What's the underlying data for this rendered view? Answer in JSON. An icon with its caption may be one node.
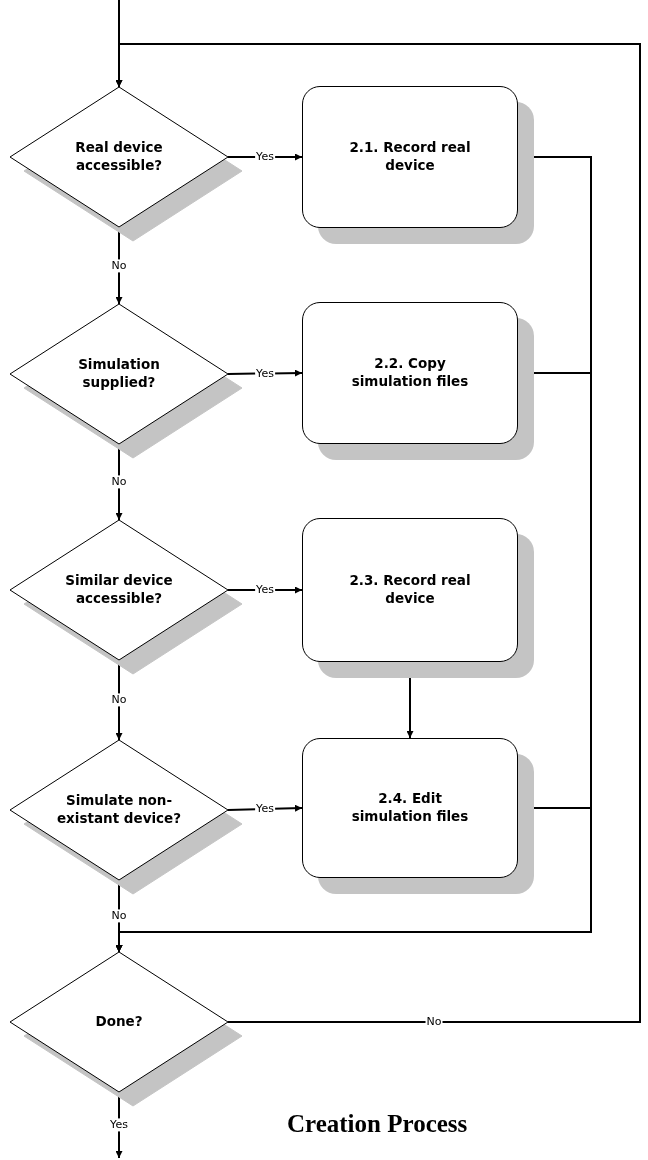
{
  "diagram": {
    "title": "Creation Process",
    "nodes": [
      {
        "text": [
          "Real device accessible?"
        ]
      },
      {
        "text": [
          "2.1. Record real device"
        ]
      },
      {
        "text": [
          "Simulation supplied?"
        ]
      },
      {
        "text": [
          "2.2. Copy simulation files"
        ]
      },
      {
        "text": [
          "Similar device accessible?"
        ]
      },
      {
        "text": [
          "2.3. Record real device"
        ]
      },
      {
        "text": [
          "Simulate non-existant device?"
        ]
      },
      {
        "text": [
          "2.4. Edit simulation files"
        ]
      },
      {
        "text": [
          "Done?"
        ]
      }
    ],
    "edges": [
      {
        "from": null,
        "to": 0,
        "arrow": "to"
      },
      {
        "from": 0,
        "to": 1,
        "arrow": "to",
        "label": "Yes"
      },
      {
        "from": 0,
        "to": 2,
        "arrow": "to",
        "label": "No"
      },
      {
        "from": 2,
        "to": 3,
        "arrow": "to",
        "label": "Yes"
      },
      {
        "from": 2,
        "to": 4,
        "arrow": "to",
        "label": "No"
      },
      {
        "from": 4,
        "to": 5,
        "arrow": "to",
        "label": "Yes"
      },
      {
        "from": 4,
        "to": 6,
        "arrow": "to",
        "label": "No"
      },
      {
        "from": 6,
        "to": 7,
        "arrow": "to",
        "label": "Yes"
      },
      {
        "from": 6,
        "to": 8,
        "arrow": "to",
        "label": "No"
      },
      {
        "from": 5,
        "to": 7,
        "arrow": "to"
      },
      {
        "from": 1,
        "to": 8,
        "arrow": "to"
      },
      {
        "from": 3,
        "to": 8,
        "arrow": "to"
      },
      {
        "from": 7,
        "to": 8,
        "arrow": "to"
      },
      {
        "from": 8,
        "to": 0,
        "arrow": "to",
        "label": "No"
      },
      {
        "from": 8,
        "to": null,
        "arrow": "to",
        "label": "Yes"
      }
    ]
  }
}
